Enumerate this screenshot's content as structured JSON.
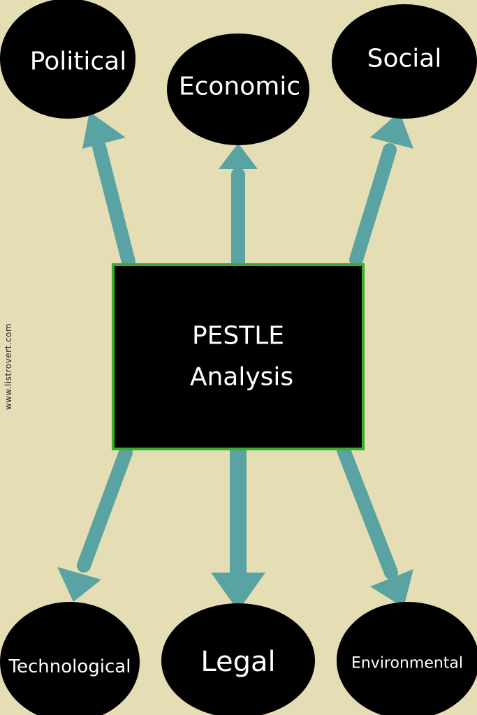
{
  "colors": {
    "background": "#e5deb5",
    "node_fill": "#000000",
    "node_text": "#ffffff",
    "arrow": "#5aa3a3",
    "center_border": "#3aad2a",
    "watermark": "#222222"
  },
  "center": {
    "line1": "PESTLE",
    "line2": "Analysis"
  },
  "nodes": {
    "political": "Political",
    "economic": "Economic",
    "social": "Social",
    "technological": "Technological",
    "legal": "Legal",
    "environmental": "Environmental"
  },
  "watermark": "www.listrovert.com"
}
